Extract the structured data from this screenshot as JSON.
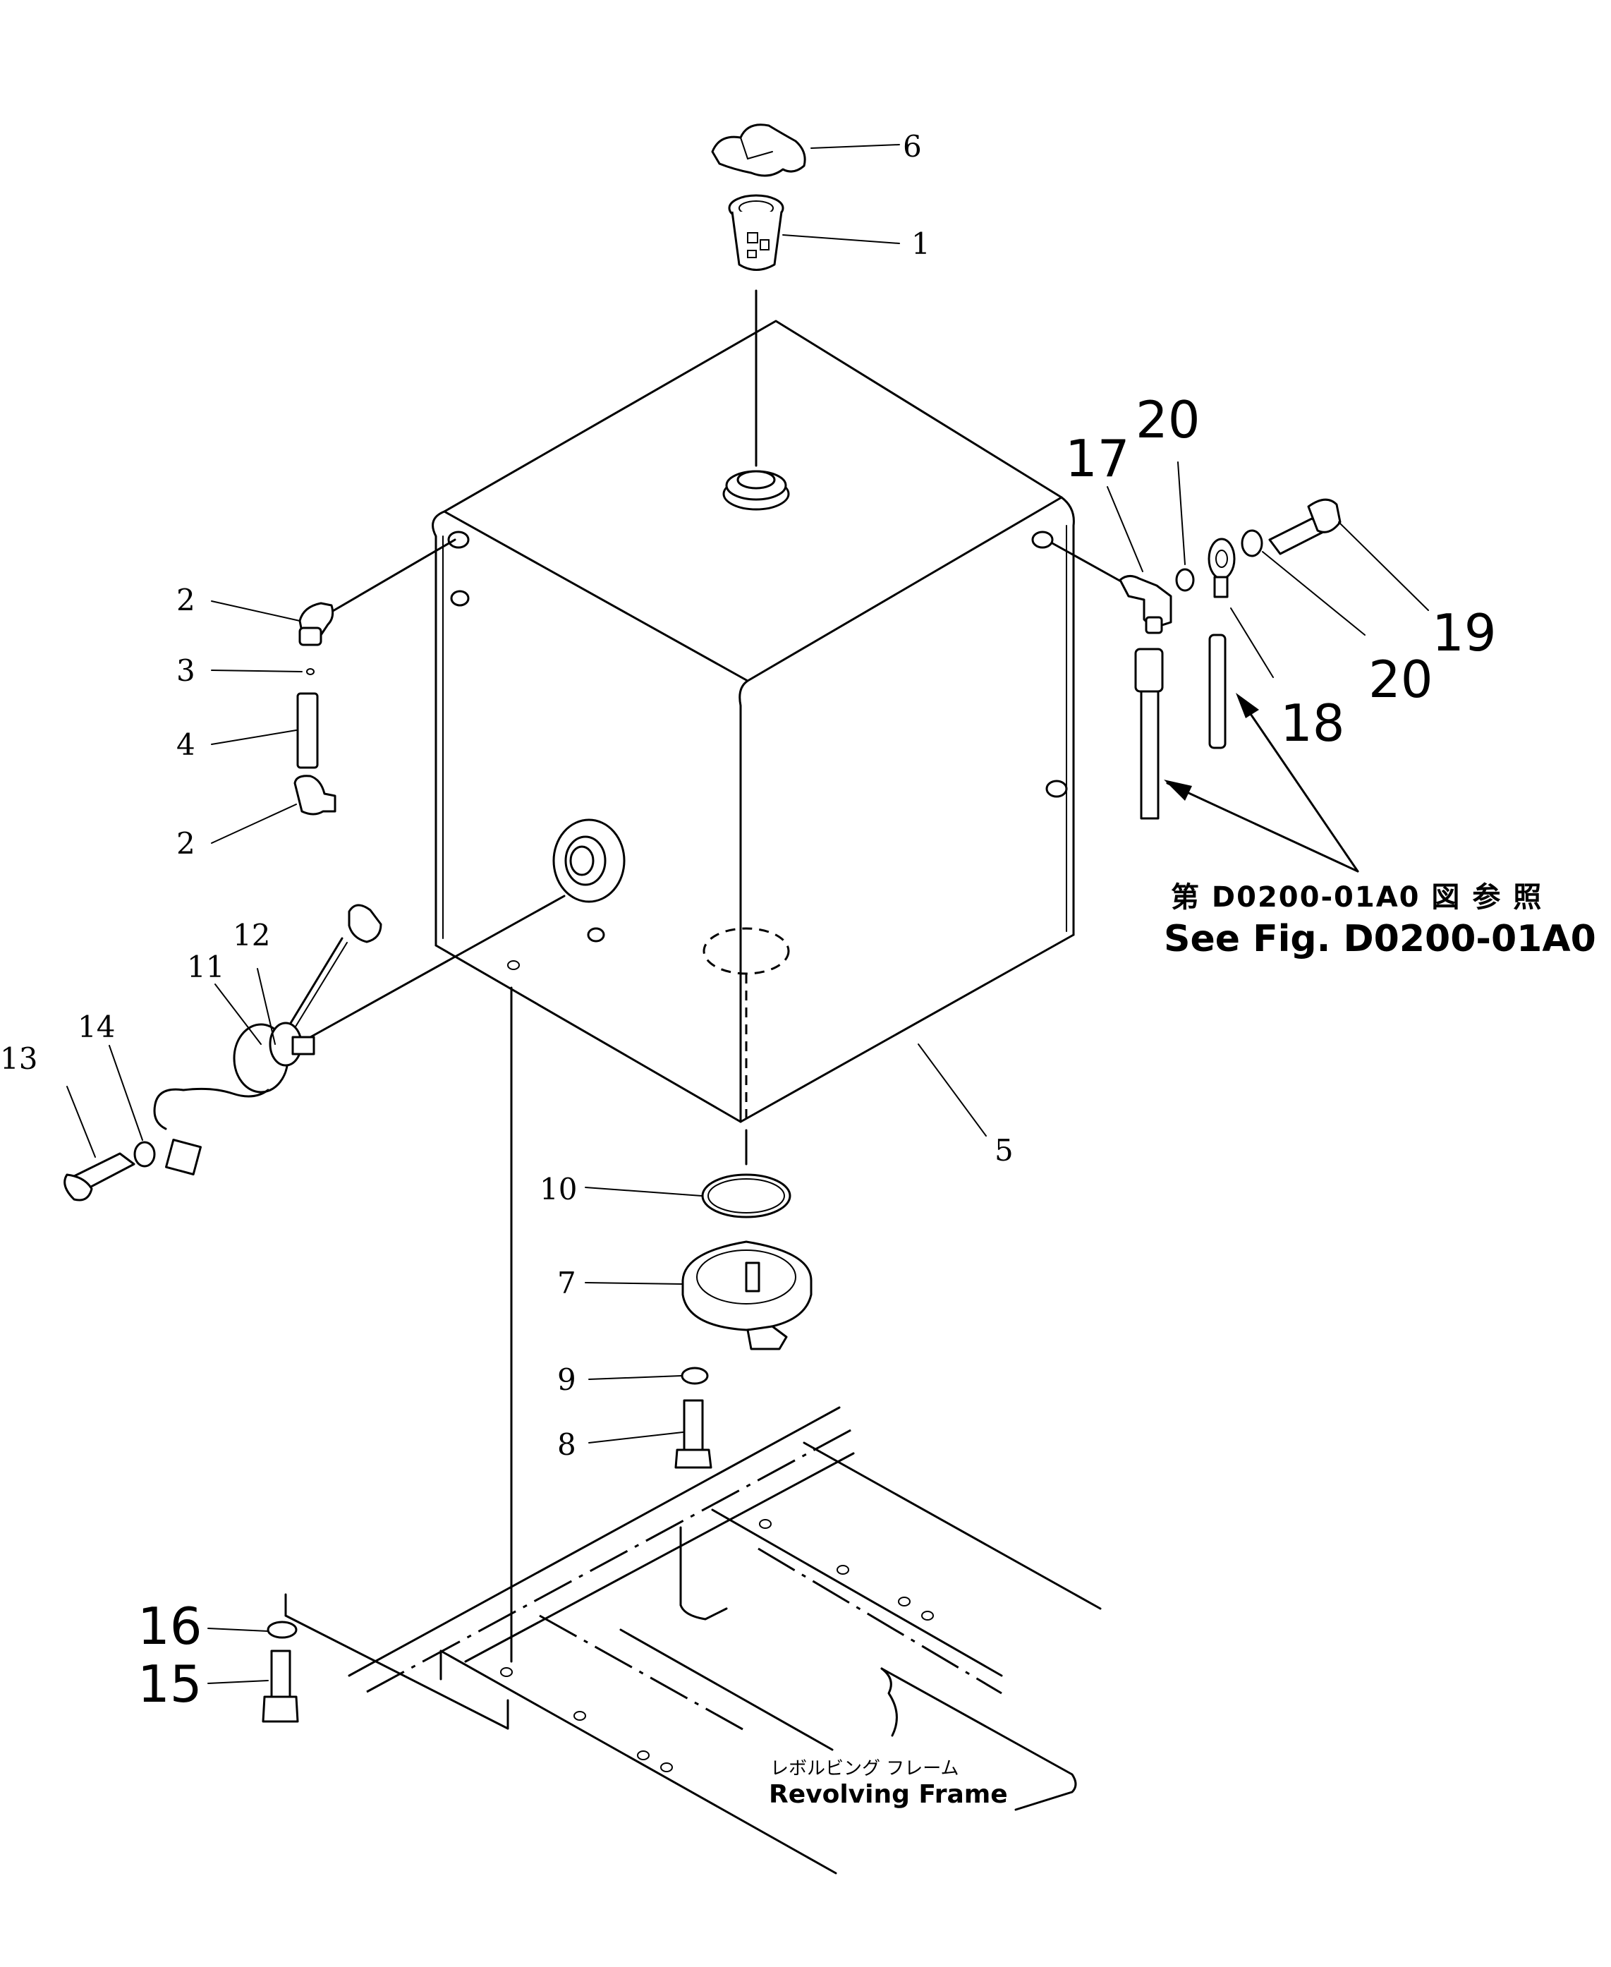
{
  "callouts": {
    "c1": "1",
    "c2a": "2",
    "c2b": "2",
    "c3": "3",
    "c4": "4",
    "c5": "5",
    "c6": "6",
    "c7": "7",
    "c8": "8",
    "c9": "9",
    "c10": "10",
    "c11": "11",
    "c12": "12",
    "c13": "13",
    "c14": "14",
    "c15": "15",
    "c16": "16",
    "c17": "17",
    "c18": "18",
    "c19": "19",
    "c20a": "20",
    "c20b": "20"
  },
  "reference": {
    "jp": "第 D0200-01A0 図 参 照",
    "en": "See Fig. D0200-01A0"
  },
  "frame_label": {
    "jp": "レボルビング フレーム",
    "en": "Revolving Frame"
  }
}
